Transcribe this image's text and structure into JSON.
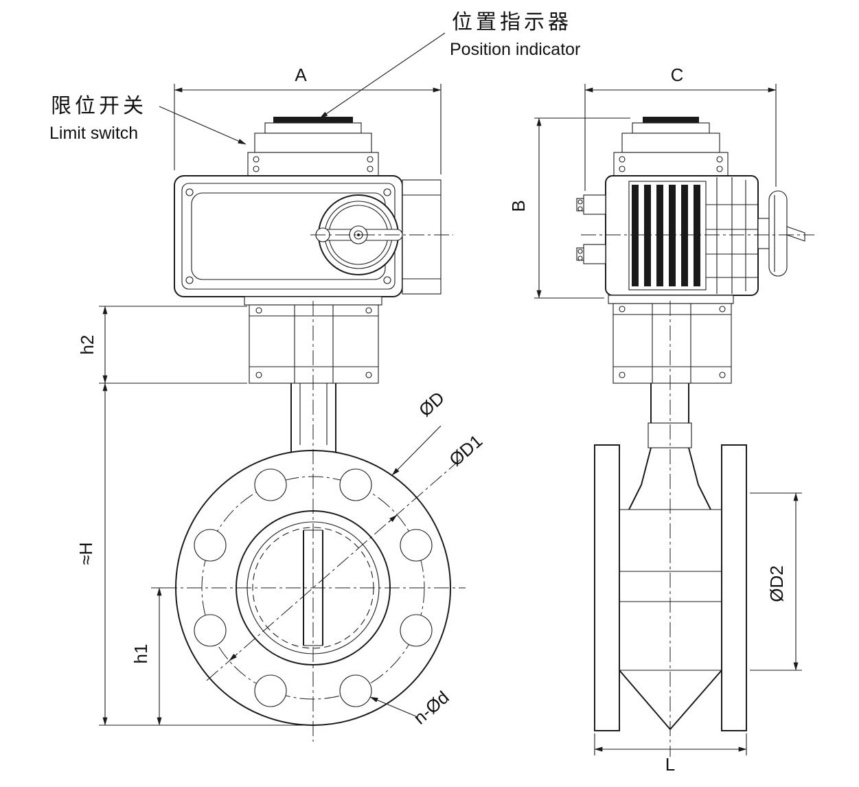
{
  "drawing": {
    "callouts": {
      "position_indicator": {
        "zh": "位置指示器",
        "en": "Position indicator"
      },
      "limit_switch": {
        "zh": "限位开关",
        "en": "Limit switch"
      }
    },
    "dims": {
      "A": "A",
      "B": "B",
      "C": "C",
      "h1": "h1",
      "h2": "h2",
      "H": "≈H",
      "L": "L",
      "D": "ØD",
      "D1": "ØD1",
      "D2": "ØD2",
      "n_d": "n-Ød"
    }
  }
}
